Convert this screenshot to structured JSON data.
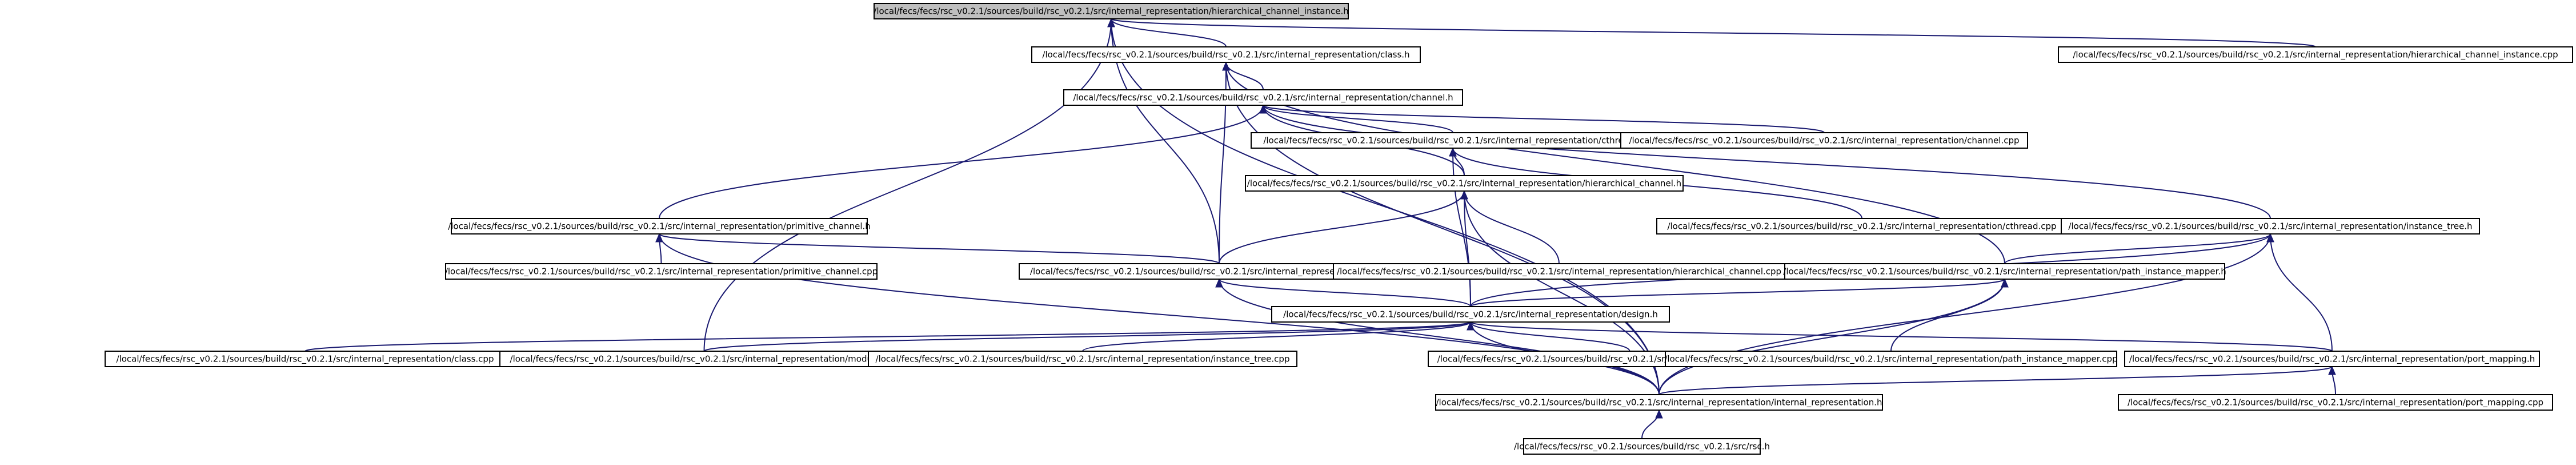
{
  "graph": {
    "nodes": [
      {
        "id": "n_hci_h",
        "label": "/local/fecs/fecs/rsc_v0.2.1/sources/build/rsc_v0.2.1/src/internal_representation/hierarchical_channel_instance.h",
        "root": true
      },
      {
        "id": "n_hci_cpp",
        "label": "/local/fecs/fecs/rsc_v0.2.1/sources/build/rsc_v0.2.1/src/internal_representation/hierarchical_channel_instance.cpp"
      },
      {
        "id": "n_class_h",
        "label": "/local/fecs/fecs/rsc_v0.2.1/sources/build/rsc_v0.2.1/src/internal_representation/class.h"
      },
      {
        "id": "n_channel_h",
        "label": "/local/fecs/fecs/rsc_v0.2.1/sources/build/rsc_v0.2.1/src/internal_representation/channel.h"
      },
      {
        "id": "n_cthread_h",
        "label": "/local/fecs/fecs/rsc_v0.2.1/sources/build/rsc_v0.2.1/src/internal_representation/cthread.h"
      },
      {
        "id": "n_channel_cpp",
        "label": "/local/fecs/fecs/rsc_v0.2.1/sources/build/rsc_v0.2.1/src/internal_representation/channel.cpp"
      },
      {
        "id": "n_primch_h",
        "label": "/local/fecs/fecs/rsc_v0.2.1/sources/build/rsc_v0.2.1/src/internal_representation/primitive_channel.h"
      },
      {
        "id": "n_hierch_h",
        "label": "/local/fecs/fecs/rsc_v0.2.1/sources/build/rsc_v0.2.1/src/internal_representation/hierarchical_channel.h"
      },
      {
        "id": "n_cthread_cpp",
        "label": "/local/fecs/fecs/rsc_v0.2.1/sources/build/rsc_v0.2.1/src/internal_representation/cthread.cpp"
      },
      {
        "id": "n_primch_cpp",
        "label": "/local/fecs/fecs/rsc_v0.2.1/sources/build/rsc_v0.2.1/src/internal_representation/primitive_channel.cpp"
      },
      {
        "id": "n_module_h",
        "label": "/local/fecs/fecs/rsc_v0.2.1/sources/build/rsc_v0.2.1/src/internal_representation/module.h"
      },
      {
        "id": "n_hierch_cpp",
        "label": "/local/fecs/fecs/rsc_v0.2.1/sources/build/rsc_v0.2.1/src/internal_representation/hierarchical_channel.cpp"
      },
      {
        "id": "n_insttree_h",
        "label": "/local/fecs/fecs/rsc_v0.2.1/sources/build/rsc_v0.2.1/src/internal_representation/instance_tree.h"
      },
      {
        "id": "n_pim_h",
        "label": "/local/fecs/fecs/rsc_v0.2.1/sources/build/rsc_v0.2.1/src/internal_representation/path_instance_mapper.h"
      },
      {
        "id": "n_design_h",
        "label": "/local/fecs/fecs/rsc_v0.2.1/sources/build/rsc_v0.2.1/src/internal_representation/design.h"
      },
      {
        "id": "n_class_cpp",
        "label": "/local/fecs/fecs/rsc_v0.2.1/sources/build/rsc_v0.2.1/src/internal_representation/class.cpp"
      },
      {
        "id": "n_module_cpp",
        "label": "/local/fecs/fecs/rsc_v0.2.1/sources/build/rsc_v0.2.1/src/internal_representation/module.cpp"
      },
      {
        "id": "n_insttree_cpp",
        "label": "/local/fecs/fecs/rsc_v0.2.1/sources/build/rsc_v0.2.1/src/internal_representation/instance_tree.cpp"
      },
      {
        "id": "n_design_cpp",
        "label": "/local/fecs/fecs/rsc_v0.2.1/sources/build/rsc_v0.2.1/src/internal_representation/design.cpp"
      },
      {
        "id": "n_pim_cpp",
        "label": "/local/fecs/fecs/rsc_v0.2.1/sources/build/rsc_v0.2.1/src/internal_representation/path_instance_mapper.cpp"
      },
      {
        "id": "n_portmap_h",
        "label": "/local/fecs/fecs/rsc_v0.2.1/sources/build/rsc_v0.2.1/src/internal_representation/port_mapping.h"
      },
      {
        "id": "n_ir_h",
        "label": "/local/fecs/fecs/rsc_v0.2.1/sources/build/rsc_v0.2.1/src/internal_representation/internal_representation.h"
      },
      {
        "id": "n_portmap_cpp",
        "label": "/local/fecs/fecs/rsc_v0.2.1/sources/build/rsc_v0.2.1/src/internal_representation/port_mapping.cpp"
      },
      {
        "id": "n_rsc_h",
        "label": "/local/fecs/fecs/rsc_v0.2.1/sources/build/rsc_v0.2.1/src/rsc.h"
      }
    ],
    "edges": [
      {
        "from": "n_hci_cpp",
        "to": "n_hci_h"
      },
      {
        "from": "n_class_h",
        "to": "n_hci_h"
      },
      {
        "from": "n_channel_h",
        "to": "n_class_h"
      },
      {
        "from": "n_module_h",
        "to": "n_hci_h"
      },
      {
        "from": "n_module_h",
        "to": "n_class_h"
      },
      {
        "from": "n_ir_h",
        "to": "n_hci_h"
      },
      {
        "from": "n_module_cpp",
        "to": "n_hci_h"
      },
      {
        "from": "n_cthread_h",
        "to": "n_channel_h"
      },
      {
        "from": "n_channel_cpp",
        "to": "n_channel_h"
      },
      {
        "from": "n_primch_h",
        "to": "n_channel_h"
      },
      {
        "from": "n_hierch_h",
        "to": "n_channel_h"
      },
      {
        "from": "n_hierch_h",
        "to": "n_cthread_h"
      },
      {
        "from": "n_cthread_cpp",
        "to": "n_cthread_h"
      },
      {
        "from": "n_primch_cpp",
        "to": "n_primch_h"
      },
      {
        "from": "n_module_h",
        "to": "n_primch_h"
      },
      {
        "from": "n_module_h",
        "to": "n_hierch_h"
      },
      {
        "from": "n_hierch_cpp",
        "to": "n_hierch_h"
      },
      {
        "from": "n_design_h",
        "to": "n_module_h"
      },
      {
        "from": "n_design_h",
        "to": "n_hierch_h"
      },
      {
        "from": "n_design_h",
        "to": "n_cthread_h"
      },
      {
        "from": "n_pim_h",
        "to": "n_module_h"
      },
      {
        "from": "n_pim_h",
        "to": "n_class_h"
      },
      {
        "from": "n_pim_h",
        "to": "n_insttree_h"
      },
      {
        "from": "n_insttree_h",
        "to": "n_channel_h"
      },
      {
        "from": "n_design_h",
        "to": "n_pim_h"
      },
      {
        "from": "n_design_h",
        "to": "n_insttree_h"
      },
      {
        "from": "n_class_cpp",
        "to": "n_design_h"
      },
      {
        "from": "n_module_cpp",
        "to": "n_design_h"
      },
      {
        "from": "n_insttree_cpp",
        "to": "n_design_h"
      },
      {
        "from": "n_design_cpp",
        "to": "n_design_h"
      },
      {
        "from": "n_portmap_h",
        "to": "n_design_h"
      },
      {
        "from": "n_pim_cpp",
        "to": "n_pim_h"
      },
      {
        "from": "n_portmap_h",
        "to": "n_insttree_h"
      },
      {
        "from": "n_ir_h",
        "to": "n_design_h"
      },
      {
        "from": "n_ir_h",
        "to": "n_portmap_h"
      },
      {
        "from": "n_ir_h",
        "to": "n_pim_h"
      },
      {
        "from": "n_ir_h",
        "to": "n_insttree_h"
      },
      {
        "from": "n_ir_h",
        "to": "n_module_h"
      },
      {
        "from": "n_ir_h",
        "to": "n_hierch_h"
      },
      {
        "from": "n_ir_h",
        "to": "n_primch_h"
      },
      {
        "from": "n_ir_h",
        "to": "n_class_h"
      },
      {
        "from": "n_portmap_cpp",
        "to": "n_portmap_h"
      },
      {
        "from": "n_rsc_h",
        "to": "n_ir_h"
      }
    ]
  }
}
